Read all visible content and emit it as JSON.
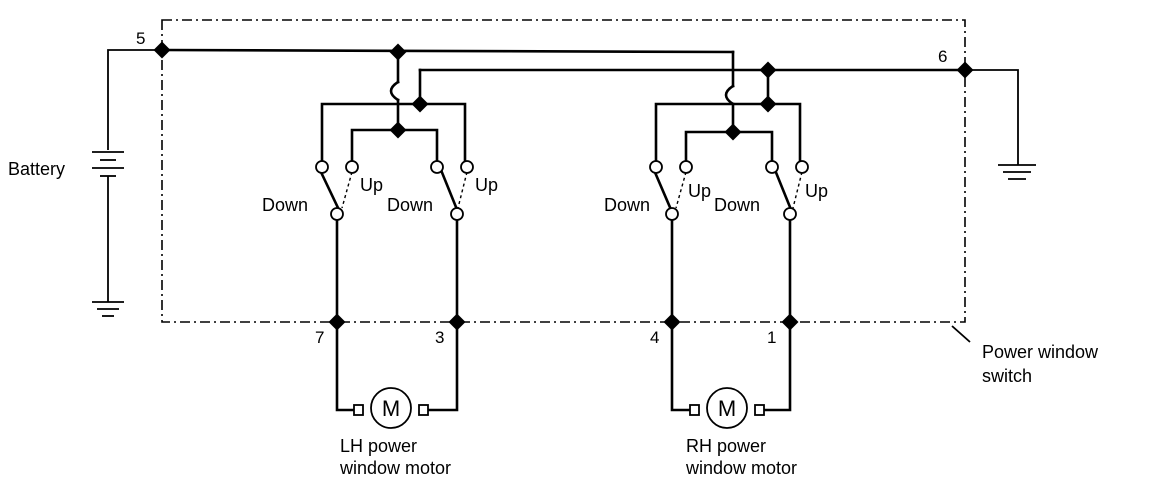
{
  "labels": {
    "battery": "Battery",
    "switch_label_line1": "Power window",
    "switch_label_line2": "switch",
    "lh_motor_line1": "LH power",
    "lh_motor_line2": "window motor",
    "rh_motor_line1": "RH power",
    "rh_motor_line2": "window motor",
    "motor_symbol": "M"
  },
  "terminals": {
    "t5": "5",
    "t6": "6",
    "t7": "7",
    "t3": "3",
    "t4": "4",
    "t1": "1"
  },
  "switch_positions": {
    "lh_left_down": "Down",
    "lh_left_up": "Up",
    "lh_right_down": "Down",
    "lh_right_up": "Up",
    "rh_left_down": "Down",
    "rh_left_up": "Up",
    "rh_right_down": "Down",
    "rh_right_up": "Up"
  }
}
